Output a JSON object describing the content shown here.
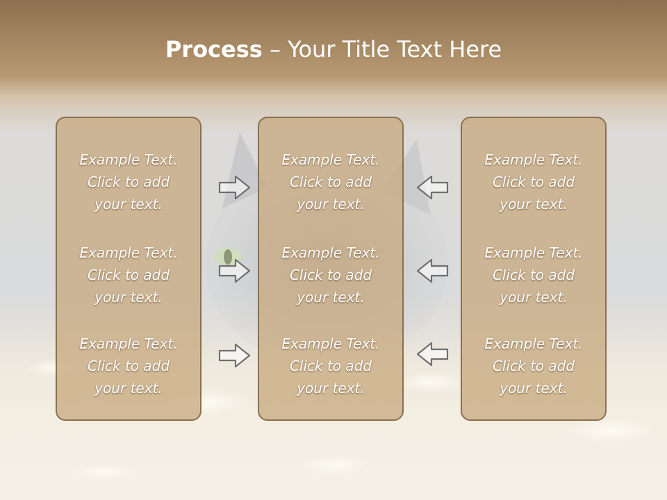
{
  "slide": {
    "title_bold": "Process",
    "title_rest": " – Your Title Text Here",
    "arrow_icon": "outline-arrow-icon",
    "colors": {
      "box_fill": "#c8aa82",
      "box_border": "#8a7050",
      "header": "#8c7150",
      "text": "#ffffff"
    }
  },
  "columns": [
    {
      "items": [
        {
          "line1": "Example Text.",
          "line2": "Click  to add",
          "line3": "your text."
        },
        {
          "line1": "Example Text.",
          "line2": "Click  to add",
          "line3": "your text."
        },
        {
          "line1": "Example Text.",
          "line2": "Click  to add",
          "line3": "your text."
        }
      ]
    },
    {
      "items": [
        {
          "line1": "Example Text.",
          "line2": "Click  to add",
          "line3": "your text."
        },
        {
          "line1": "Example Text.",
          "line2": "Click  to add",
          "line3": "your text."
        },
        {
          "line1": "Example Text.",
          "line2": "Click  to add",
          "line3": "your text."
        }
      ]
    },
    {
      "items": [
        {
          "line1": "Example Text.",
          "line2": "Click  to add",
          "line3": "your text."
        },
        {
          "line1": "Example Text.",
          "line2": "Click  to add",
          "line3": "your text."
        },
        {
          "line1": "Example Text.",
          "line2": "Click  to add",
          "line3": "your text."
        }
      ]
    }
  ]
}
